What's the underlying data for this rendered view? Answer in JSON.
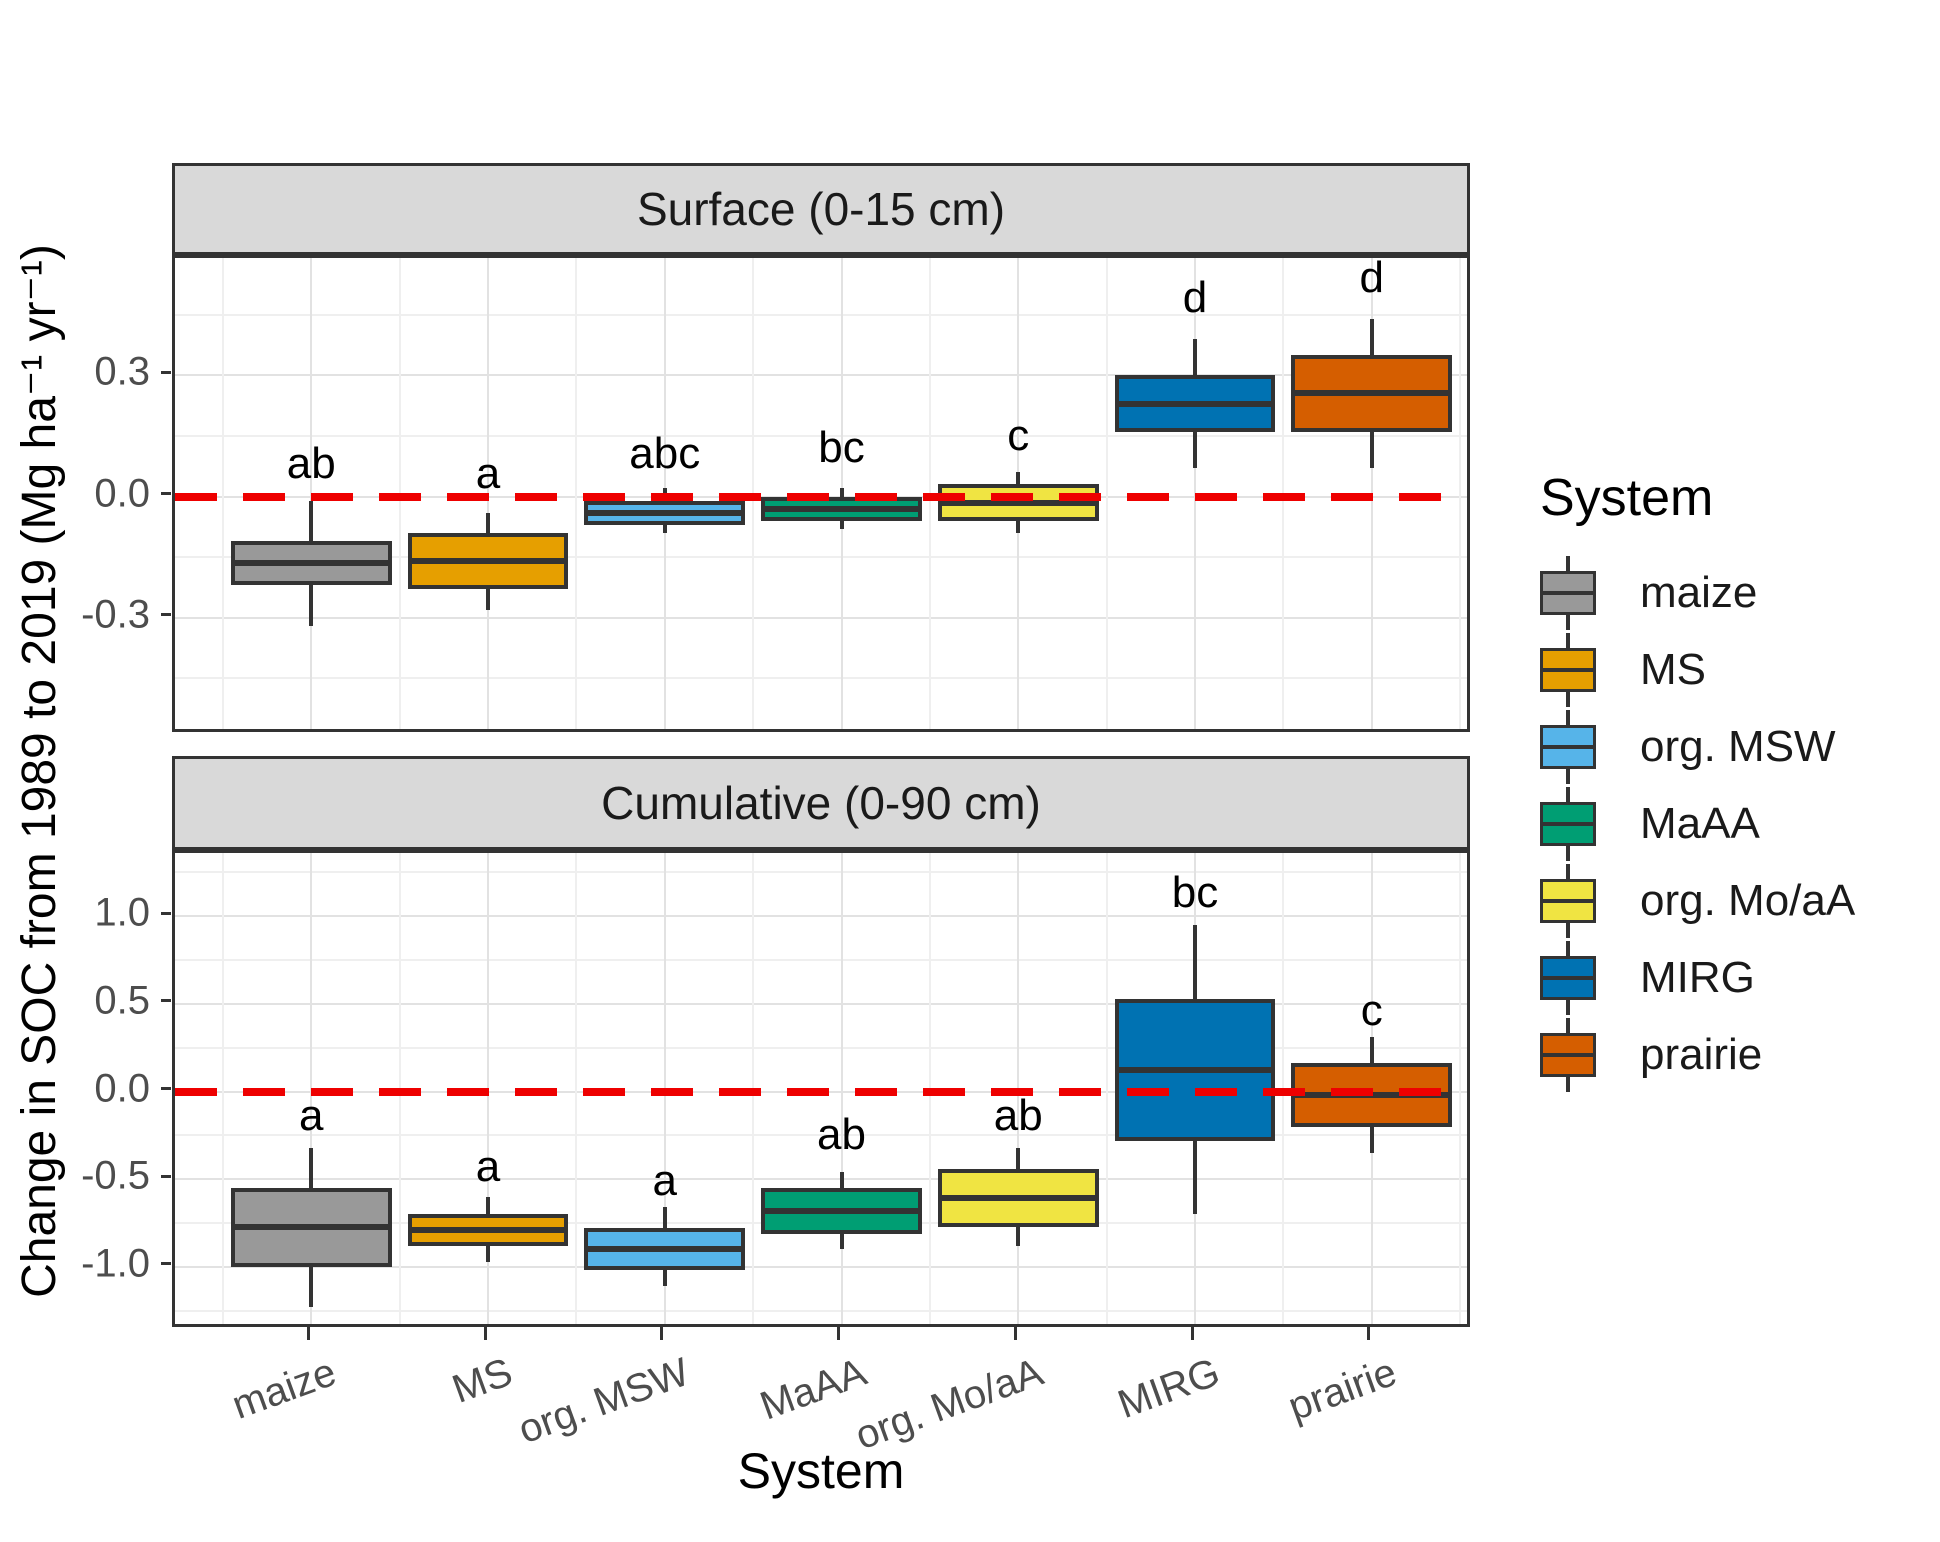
{
  "y_axis_title": "Change in SOC from 1989 to 2019 (Mg ha⁻¹ yr⁻¹)",
  "x_axis_title": "System",
  "legend": {
    "title": "System",
    "items": [
      {
        "label": "maize",
        "color": "#999999"
      },
      {
        "label": "MS",
        "color": "#E69F00"
      },
      {
        "label": "org. MSW",
        "color": "#56B4E9"
      },
      {
        "label": "MaAA",
        "color": "#009E73"
      },
      {
        "label": "org. Mo/aA",
        "color": "#F0E442"
      },
      {
        "label": "MIRG",
        "color": "#0072B2"
      },
      {
        "label": "prairie",
        "color": "#D55E00"
      }
    ]
  },
  "chart_data": {
    "type": "boxplot",
    "facet_variable": "depth",
    "x_variable": "System",
    "categories": [
      "maize",
      "MS",
      "org. MSW",
      "MaAA",
      "org. Mo/aA",
      "MIRG",
      "prairie"
    ],
    "colors": [
      "#999999",
      "#E69F00",
      "#56B4E9",
      "#009E73",
      "#F0E442",
      "#0072B2",
      "#D55E00"
    ],
    "reference_line": {
      "y": 0,
      "style": "dashed",
      "color": "#ee0000"
    },
    "grid": "on",
    "legend_position": "right",
    "panels": [
      {
        "strip_label": "Surface (0-15 cm)",
        "ylim": [
          -0.59,
          0.59
        ],
        "y_major_ticks": [
          0.3,
          0.0,
          -0.3
        ],
        "y_tick_labels": [
          "0.3",
          "0.0",
          "-0.3"
        ],
        "y_minor_ticks": [
          0.45,
          0.15,
          -0.15,
          -0.45
        ],
        "boxes": [
          {
            "system": "maize",
            "lower": -0.32,
            "q1": -0.22,
            "median": -0.17,
            "q3": -0.11,
            "upper": -0.01,
            "letter": "ab",
            "letter_y": 0.08
          },
          {
            "system": "MS",
            "lower": -0.28,
            "q1": -0.23,
            "median": -0.16,
            "q3": -0.09,
            "upper": -0.04,
            "letter": "a",
            "letter_y": 0.055
          },
          {
            "system": "org. MSW",
            "lower": -0.09,
            "q1": -0.07,
            "median": -0.04,
            "q3": -0.01,
            "upper": 0.02,
            "letter": "abc",
            "letter_y": 0.105
          },
          {
            "system": "MaAA",
            "lower": -0.08,
            "q1": -0.06,
            "median": -0.035,
            "q3": 0.0,
            "upper": 0.02,
            "letter": "bc",
            "letter_y": 0.12
          },
          {
            "system": "org. Mo/aA",
            "lower": -0.09,
            "q1": -0.06,
            "median": -0.01,
            "q3": 0.03,
            "upper": 0.06,
            "letter": "c",
            "letter_y": 0.15
          },
          {
            "system": "MIRG",
            "lower": 0.07,
            "q1": 0.16,
            "median": 0.23,
            "q3": 0.3,
            "upper": 0.39,
            "letter": "d",
            "letter_y": 0.49
          },
          {
            "system": "prairie",
            "lower": 0.07,
            "q1": 0.16,
            "median": 0.25,
            "q3": 0.35,
            "upper": 0.44,
            "letter": "d",
            "letter_y": 0.54
          }
        ]
      },
      {
        "strip_label": "Cumulative (0-90 cm)",
        "ylim": [
          -1.36,
          1.36
        ],
        "y_major_ticks": [
          1.0,
          0.5,
          0.0,
          -0.5,
          -1.0
        ],
        "y_tick_labels": [
          "1.0",
          "0.5",
          "0.0",
          "-0.5",
          "-1.0"
        ],
        "y_minor_ticks": [
          1.25,
          0.75,
          0.25,
          -0.25,
          -0.75,
          -1.25
        ],
        "boxes": [
          {
            "system": "maize",
            "lower": -1.23,
            "q1": -1.0,
            "median": -0.78,
            "q3": -0.55,
            "upper": -0.32,
            "letter": "a",
            "letter_y": -0.14
          },
          {
            "system": "MS",
            "lower": -0.97,
            "q1": -0.88,
            "median": -0.8,
            "q3": -0.7,
            "upper": -0.6,
            "letter": "a",
            "letter_y": -0.43
          },
          {
            "system": "org. MSW",
            "lower": -1.11,
            "q1": -1.02,
            "median": -0.9,
            "q3": -0.78,
            "upper": -0.66,
            "letter": "a",
            "letter_y": -0.51
          },
          {
            "system": "MaAA",
            "lower": -0.9,
            "q1": -0.81,
            "median": -0.67,
            "q3": -0.55,
            "upper": -0.46,
            "letter": "ab",
            "letter_y": -0.25
          },
          {
            "system": "org. Mo/aA",
            "lower": -0.88,
            "q1": -0.77,
            "median": -0.6,
            "q3": -0.44,
            "upper": -0.32,
            "letter": "ab",
            "letter_y": -0.14
          },
          {
            "system": "MIRG",
            "lower": -0.7,
            "q1": -0.28,
            "median": 0.13,
            "q3": 0.53,
            "upper": 0.95,
            "letter": "bc",
            "letter_y": 1.13
          },
          {
            "system": "prairie",
            "lower": -0.35,
            "q1": -0.2,
            "median": -0.01,
            "q3": 0.16,
            "upper": 0.31,
            "letter": "c",
            "letter_y": 0.46
          }
        ]
      }
    ]
  }
}
